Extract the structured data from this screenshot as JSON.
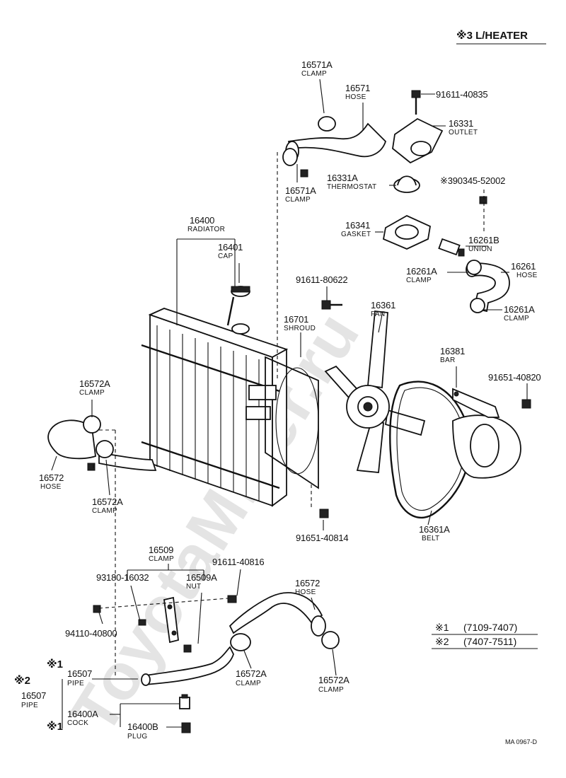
{
  "header": {
    "note": "※3 L/HEATER"
  },
  "watermark": "ToyotaMiner.ru",
  "legend": [
    {
      "mark": "※1",
      "range": "(7109-7407)"
    },
    {
      "mark": "※2",
      "range": "(7407-7511)"
    }
  ],
  "code": "MA 0967-D",
  "callouts": {
    "c16571A_top": {
      "pn": "16571A",
      "name": "CLAMP"
    },
    "c16571": {
      "pn": "16571",
      "name": "HOSE"
    },
    "c91611_40835": {
      "pn": "91611-40835"
    },
    "c16331": {
      "pn": "16331",
      "name": "OUTLET"
    },
    "c16331A": {
      "pn": "16331A",
      "name": "THERMOSTAT"
    },
    "c16571A_bot": {
      "pn": "16571A",
      "name": "CLAMP"
    },
    "c90345": {
      "pn": "※390345-52002"
    },
    "c16341": {
      "pn": "16341",
      "name": "GASKET"
    },
    "c16400": {
      "pn": "16400",
      "name": "RADIATOR"
    },
    "c16401": {
      "pn": "16401",
      "name": "CAP"
    },
    "c16261B": {
      "pn": "16261B",
      "name": "UNION"
    },
    "c16261A_top": {
      "pn": "16261A",
      "name": "CLAMP"
    },
    "c16261": {
      "pn": "16261",
      "name": "HOSE"
    },
    "c91611_80622": {
      "pn": "91611-80622"
    },
    "c16261A_bot": {
      "pn": "16261A",
      "name": "CLAMP"
    },
    "c16361": {
      "pn": "16361",
      "name": "FAN"
    },
    "c16701": {
      "pn": "16701",
      "name": "SHROUD"
    },
    "c16381": {
      "pn": "16381",
      "name": "BAR"
    },
    "c91651_40820": {
      "pn": "91651-40820"
    },
    "c16572A_top": {
      "pn": "16572A",
      "name": "CLAMP"
    },
    "c16572_left": {
      "pn": "16572",
      "name": "HOSE"
    },
    "c16572A_mid": {
      "pn": "16572A",
      "name": "CLAMP"
    },
    "c91651_40814": {
      "pn": "91651-40814"
    },
    "c16361A": {
      "pn": "16361A",
      "name": "BELT"
    },
    "c16509": {
      "pn": "16509",
      "name": "CLAMP"
    },
    "c91611_40816": {
      "pn": "91611-40816"
    },
    "c93180": {
      "pn": "93180-16032"
    },
    "c16509A": {
      "pn": "16509A",
      "name": "NUT"
    },
    "c16572_right": {
      "pn": "16572",
      "name": "HOSE"
    },
    "c94110": {
      "pn": "94110-40800"
    },
    "c16507_a": {
      "mark": "※1",
      "pn": "16507",
      "name": "PIPE"
    },
    "c16507_b": {
      "mark": "※2",
      "pn": "16507",
      "name": "PIPE"
    },
    "c16572A_b1": {
      "pn": "16572A",
      "name": "CLAMP"
    },
    "c16572A_b2": {
      "pn": "16572A",
      "name": "CLAMP"
    },
    "c16400A": {
      "pn": "16400A",
      "name": "COCK"
    },
    "c16400B": {
      "mark": "※1",
      "pn": "16400B",
      "name": "PLUG"
    }
  }
}
